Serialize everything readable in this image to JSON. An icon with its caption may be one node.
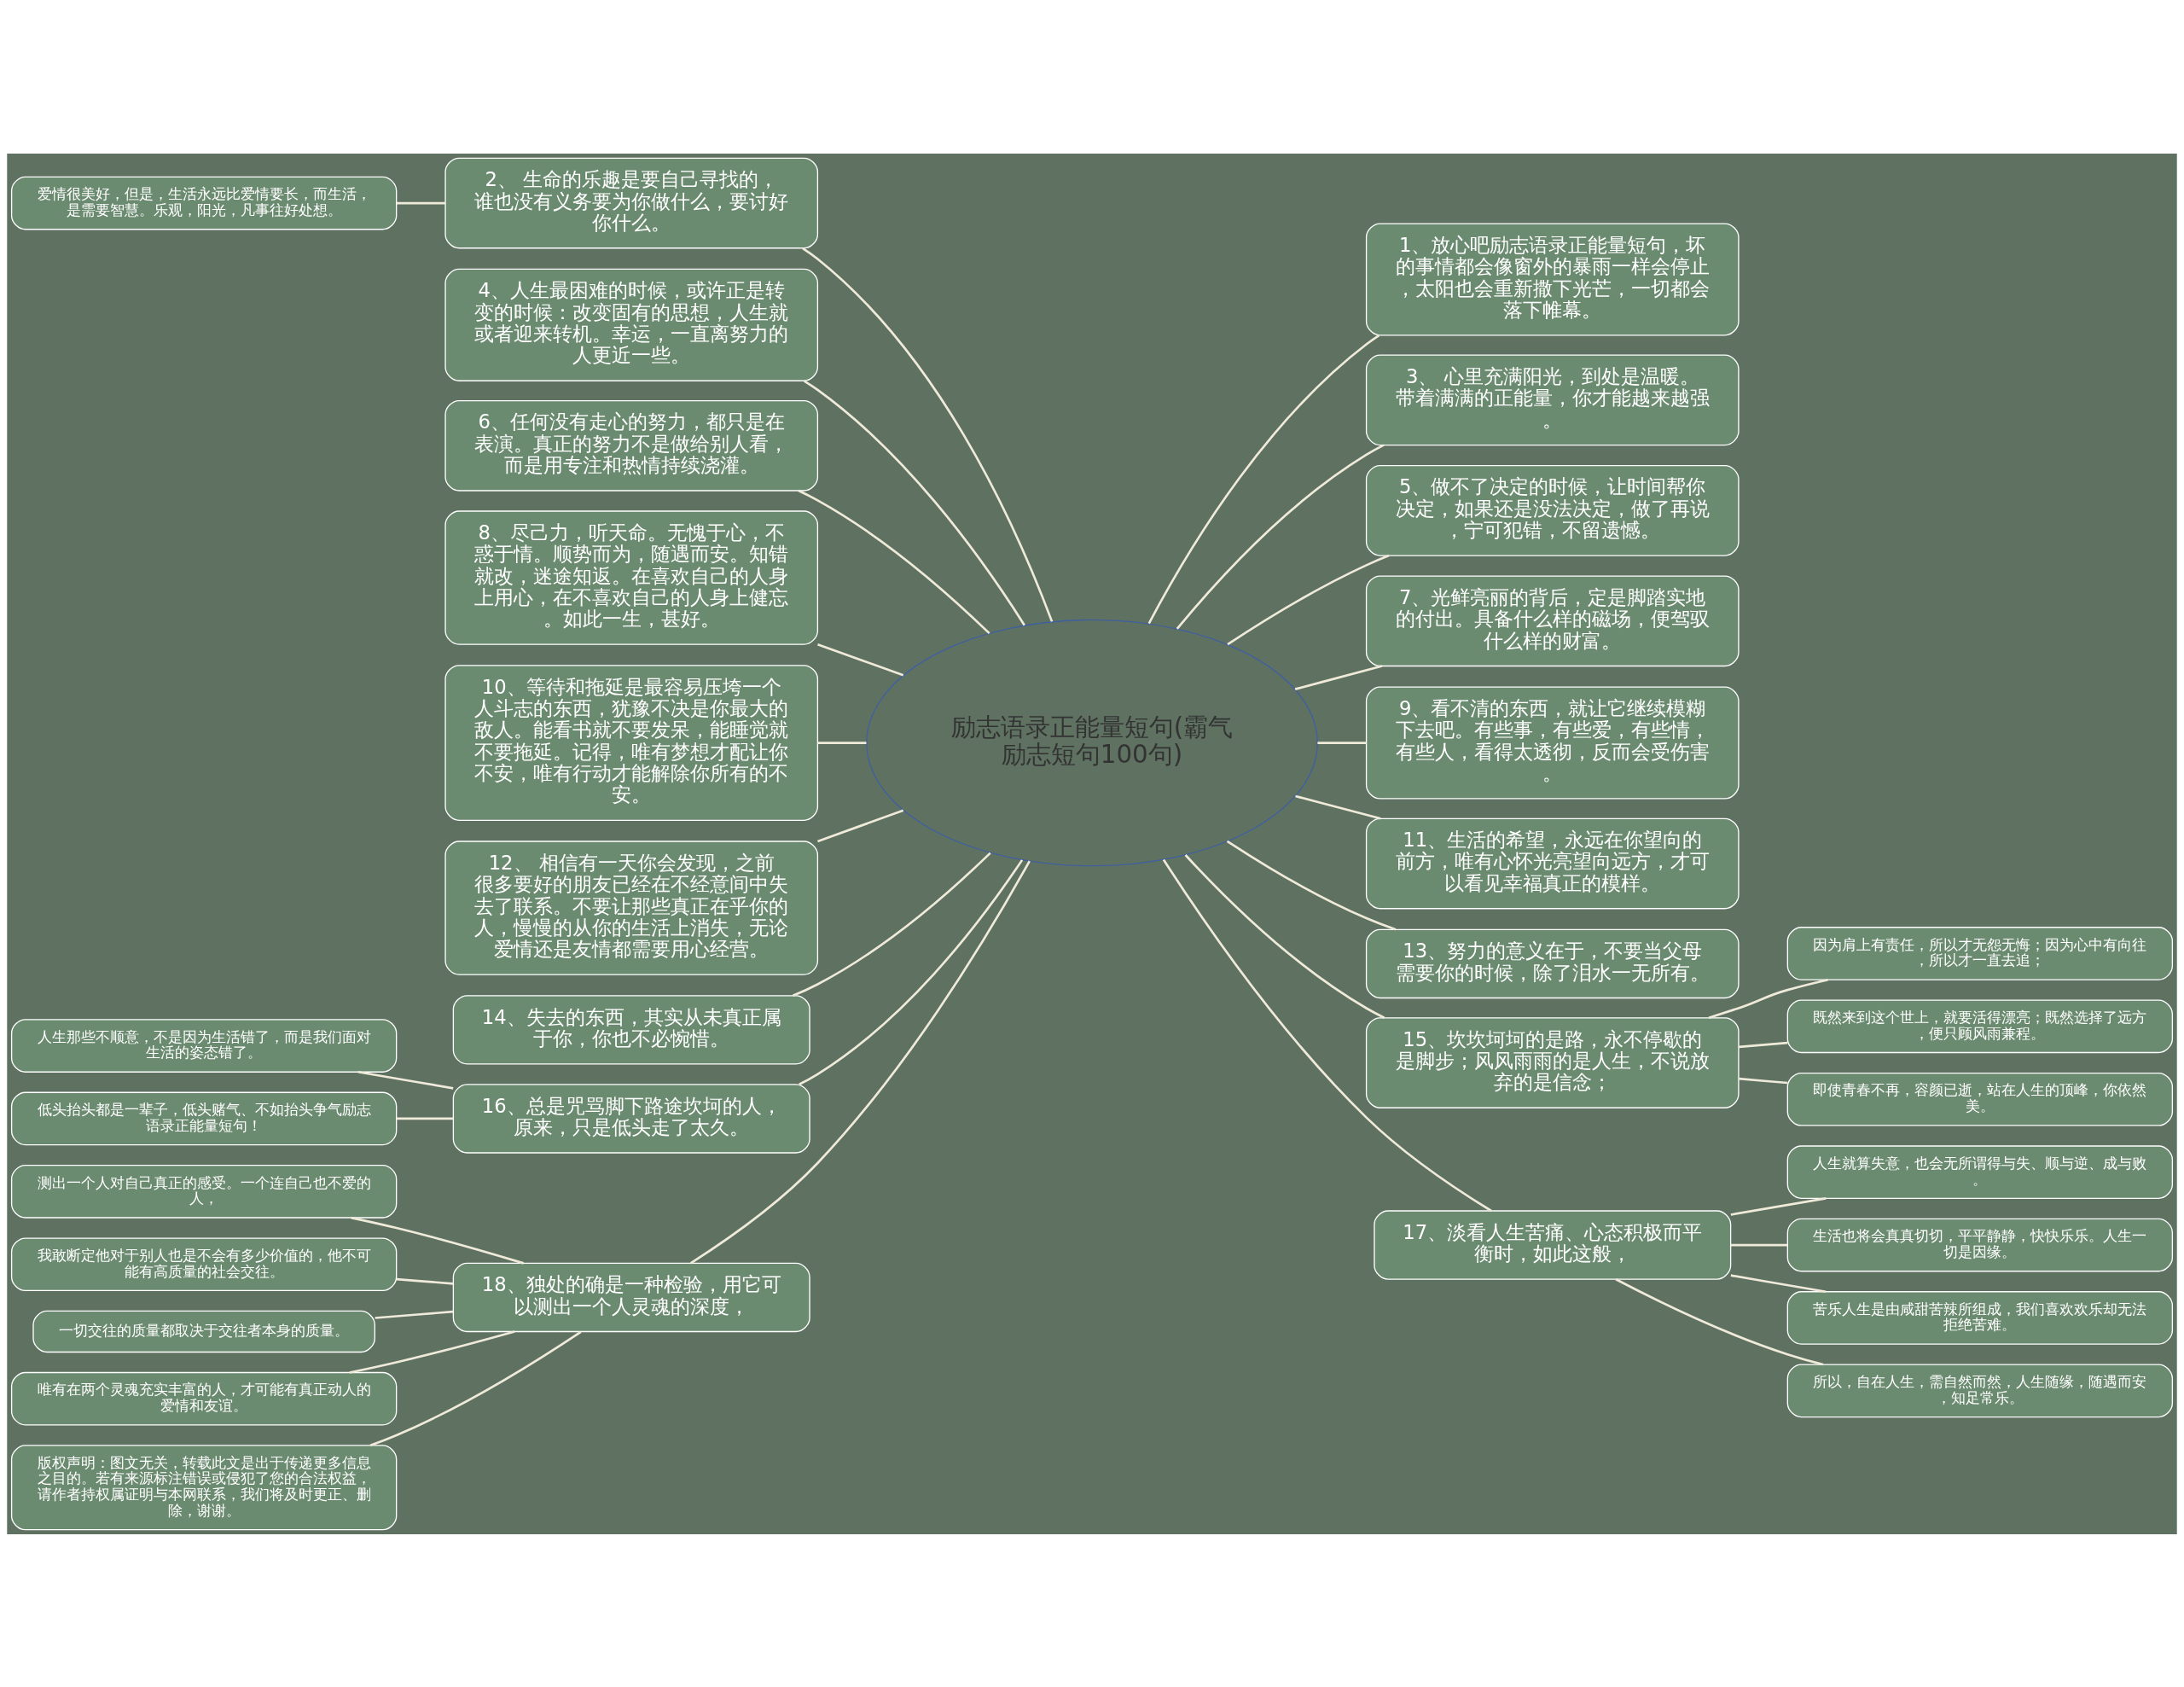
{
  "diagram": {
    "nodes": [
      {
        "text": [
          "励志语录正能量短句(霸气励志短句100句)"
        ]
      },
      {
        "text": [
          "2、 生命的乐趣是要自己寻找的，谁也没有义务要为你做什么，要讨好你什么。"
        ]
      },
      {
        "text": [
          "爱情很美好，但是，生活永远比爱情要长，而生活，是需要智慧。乐观，阳光，凡事往好处想。"
        ]
      },
      {
        "text": [
          "4、人生最困难的时候，或许正是转变的时候：改变固有的思想，人生就或者迎来转机。幸运，一直离努力的人更近一些。"
        ]
      },
      {
        "text": [
          "6、任何没有走心的努力，都只是在表演。真正的努力不是做给别人看，而是用专注和热情持续浇灌。"
        ]
      },
      {
        "text": [
          "8、尽己力，听天命。无愧于心，不惑于情。顺势而为，随遇而安。知错就改，迷途知返。在喜欢自己的人身上用心，在不喜欢自己的人身上健忘。如此一生，甚好。"
        ]
      },
      {
        "text": [
          "10、等待和拖延是最容易压垮一个人斗志的东西，犹豫不决是你最大的敌人。能看书就不要发呆，能睡觉就不要拖延。记得，唯有梦想才配让你不安，唯有行动才能解除你所有的不安。"
        ]
      },
      {
        "text": [
          "12、 相信有一天你会发现，之前很多要好的朋友已经在不经意间中失去了联系。不要让那些真正在乎你的人，慢慢的从你的生活上消失，无论爱情还是友情都需要用心经营。"
        ]
      },
      {
        "text": [
          "14、失去的东西，其实从未真正属于你，你也不必惋惜。"
        ]
      },
      {
        "text": [
          "16、总是咒骂脚下路途坎坷的人，原来，只是低头走了太久。"
        ]
      },
      {
        "text": [
          "人生那些不顺意，不是因为生活错了，而是我们面对生活的姿态错了。"
        ]
      },
      {
        "text": [
          "低头抬头都是一辈子，低头赌气、不如抬头争气励志语录正能量短句！"
        ]
      },
      {
        "text": [
          "18、独处的确是一种检验，用它可以测出一个人灵魂的深度，"
        ]
      },
      {
        "text": [
          "测出一个人对自己真正的感受。一个连自己也不爱的人，"
        ]
      },
      {
        "text": [
          "我敢断定他对于别人也是不会有多少价值的，他不可能有高质量的社会交往。"
        ]
      },
      {
        "text": [
          "一切交往的质量都取决于交往者本身的质量。"
        ]
      },
      {
        "text": [
          "唯有在两个灵魂充实丰富的人，才可能有真正动人的爱情和友谊。"
        ]
      },
      {
        "text": [
          "版权声明：图文无关，转载此文是出于传递更多信息之目的。若有来源标注错误或侵犯了您的合法权益，请作者持权属证明与本网联系，我们将及时更正、删除，谢谢。"
        ]
      },
      {
        "text": [
          "1、放心吧励志语录正能量短句，坏的事情都会像窗外的暴雨一样会停止，太阳也会重新撒下光芒，一切都会落下帷幕。"
        ]
      },
      {
        "text": [
          "3、 心里充满阳光，到处是温暖。带着满满的正能量，你才能越来越强。"
        ]
      },
      {
        "text": [
          "5、做不了决定的时候，让时间帮你决定，如果还是没法决定，做了再说，宁可犯错，不留遗憾。"
        ]
      },
      {
        "text": [
          "7、光鲜亮丽的背后，定是脚踏实地的付出。具备什么样的磁场，便驾驭什么样的财富。"
        ]
      },
      {
        "text": [
          "9、看不清的东西，就让它继续模糊下去吧。有些事，有些爱，有些情，有些人，看得太透彻，反而会受伤害。"
        ]
      },
      {
        "text": [
          "11、生活的希望，永远在你望向的前方，唯有心怀光亮望向远方，才可以看见幸福真正的模样。"
        ]
      },
      {
        "text": [
          "13、努力的意义在于，不要当父母需要你的时候，除了泪水一无所有。"
        ]
      },
      {
        "text": [
          "15、坎坎坷坷的是路，永不停歇的是脚步；风风雨雨的是人生，不说放弃的是信念；"
        ]
      },
      {
        "text": [
          "因为肩上有责任，所以才无怨无悔；因为心中有向往，所以才一直去追；"
        ]
      },
      {
        "text": [
          "既然来到这个世上，就要活得漂亮；既然选择了远方，便只顾风雨兼程。"
        ]
      },
      {
        "text": [
          "即使青春不再，容颜已逝，站在人生的顶峰，你依然美。"
        ]
      },
      {
        "text": [
          "17、淡看人生苦痛、心态积极而平衡时，如此这般，"
        ]
      },
      {
        "text": [
          "人生就算失意，也会无所谓得与失、顺与逆、成与败。"
        ]
      },
      {
        "text": [
          "生活也将会真真切切，平平静静，快快乐乐。人生一切是因缘。"
        ]
      },
      {
        "text": [
          "苦乐人生是由咸甜苦辣所组成，我们喜欢欢乐却无法拒绝苦难。"
        ]
      },
      {
        "text": [
          "所以，自在人生，需自然而然，人生随缘，随遇而安，知足常乐。"
        ]
      }
    ],
    "edges": [
      {
        "from": 2,
        "to": 1,
        "arrow": "none"
      },
      {
        "from": 1,
        "to": 0,
        "arrow": "none"
      },
      {
        "from": 3,
        "to": 0,
        "arrow": "none"
      },
      {
        "from": 4,
        "to": 0,
        "arrow": "none"
      },
      {
        "from": 5,
        "to": 0,
        "arrow": "none"
      },
      {
        "from": 6,
        "to": 0,
        "arrow": "none"
      },
      {
        "from": 7,
        "to": 0,
        "arrow": "none"
      },
      {
        "from": 8,
        "to": 0,
        "arrow": "none"
      },
      {
        "from": 10,
        "to": 9,
        "arrow": "none"
      },
      {
        "from": 11,
        "to": 9,
        "arrow": "none"
      },
      {
        "from": 9,
        "to": 0,
        "arrow": "none"
      },
      {
        "from": 13,
        "to": 12,
        "arrow": "none"
      },
      {
        "from": 14,
        "to": 12,
        "arrow": "none"
      },
      {
        "from": 15,
        "to": 12,
        "arrow": "none"
      },
      {
        "from": 16,
        "to": 12,
        "arrow": "none"
      },
      {
        "from": 17,
        "to": 12,
        "arrow": "none"
      },
      {
        "from": 12,
        "to": 0,
        "arrow": "none"
      },
      {
        "from": 0,
        "to": 18,
        "arrow": "none"
      },
      {
        "from": 0,
        "to": 19,
        "arrow": "none"
      },
      {
        "from": 0,
        "to": 20,
        "arrow": "none"
      },
      {
        "from": 0,
        "to": 21,
        "arrow": "none"
      },
      {
        "from": 0,
        "to": 22,
        "arrow": "none"
      },
      {
        "from": 0,
        "to": 23,
        "arrow": "none"
      },
      {
        "from": 0,
        "to": 24,
        "arrow": "none"
      },
      {
        "from": 0,
        "to": 25,
        "arrow": "none"
      },
      {
        "from": 25,
        "to": 26,
        "arrow": "none"
      },
      {
        "from": 25,
        "to": 27,
        "arrow": "none"
      },
      {
        "from": 25,
        "to": 28,
        "arrow": "none"
      },
      {
        "from": 0,
        "to": 29,
        "arrow": "none"
      },
      {
        "from": 29,
        "to": 30,
        "arrow": "none"
      },
      {
        "from": 29,
        "to": 31,
        "arrow": "none"
      },
      {
        "from": 29,
        "to": 32,
        "arrow": "none"
      },
      {
        "from": 29,
        "to": 33,
        "arrow": "none"
      }
    ]
  }
}
